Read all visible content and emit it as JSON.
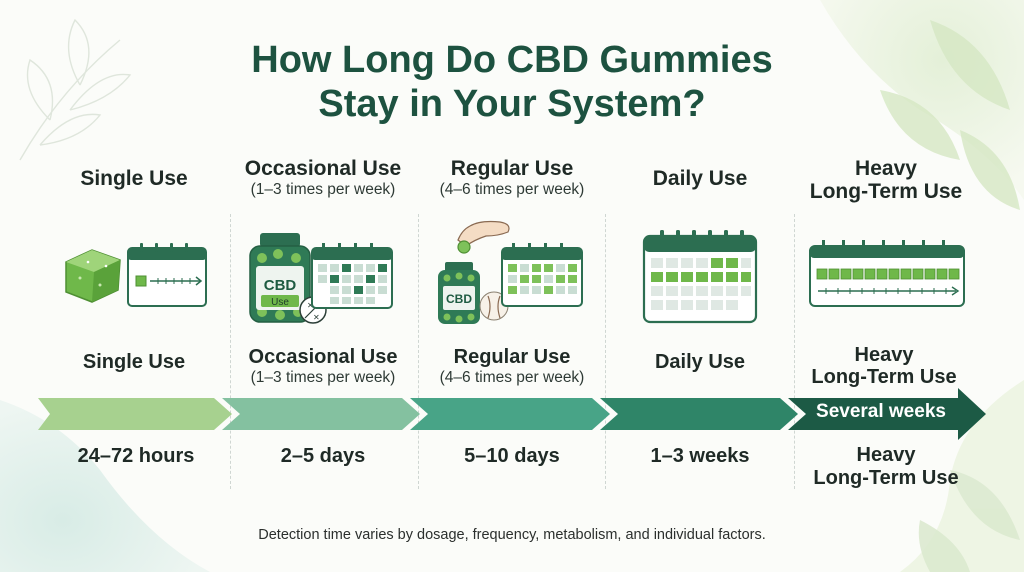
{
  "title": {
    "line1": "How Long Do CBD Gummies",
    "line2": "Stay in Your System?"
  },
  "colors": {
    "title": "#1d5240",
    "accent_green": "#7ec15a",
    "dark_green": "#2c6e51",
    "arrow": [
      "#a7d18f",
      "#84c1a0",
      "#48a487",
      "#2f8568",
      "#1c5a45"
    ]
  },
  "stages": [
    {
      "top_label": "Single Use",
      "top_sub": "",
      "mid_label": "Single Use",
      "mid_sub": "",
      "duration": "24–72 hours",
      "icons": [
        "gummy-cube-icon",
        "calendar-single-dose-icon"
      ]
    },
    {
      "top_label": "Occasional Use",
      "top_sub": "(1–3 times per week)",
      "mid_label": "Occasional Use",
      "mid_sub": "(1–3 times per week)",
      "duration": "2–5 days",
      "bottle_text": "CBD",
      "bottle_sub": "Use",
      "icons": [
        "cbd-bottle-icon",
        "calendar-few-doses-icon",
        "no-use-x-icon"
      ]
    },
    {
      "top_label": "Regular Use",
      "top_sub": "(4–6 times per week)",
      "mid_label": "Regular Use",
      "mid_sub": "(4–6 times per week)",
      "duration": "5–10 days",
      "bottle_text": "CBD",
      "icons": [
        "hand-icon",
        "cbd-bottle-icon",
        "body-silhouette-icon",
        "calendar-many-doses-icon"
      ]
    },
    {
      "top_label": "Daily Use",
      "top_sub": "",
      "mid_label": "Daily Use",
      "mid_sub": "",
      "duration": "1–3 weeks",
      "icons": [
        "calendar-daily-icon"
      ]
    },
    {
      "top_label_1": "Heavy",
      "top_label_2": "Long-Term Use",
      "mid_label_1": "Heavy",
      "mid_label_2": "Long-Term Use",
      "duration": "Several weeks",
      "bottom_label_1": "Heavy",
      "bottom_label_2": "Long-Term Use",
      "icons": [
        "calendar-long-term-icon"
      ]
    }
  ],
  "footnote": "Detection time varies by dosage, frequency, metabolism, and individual factors."
}
